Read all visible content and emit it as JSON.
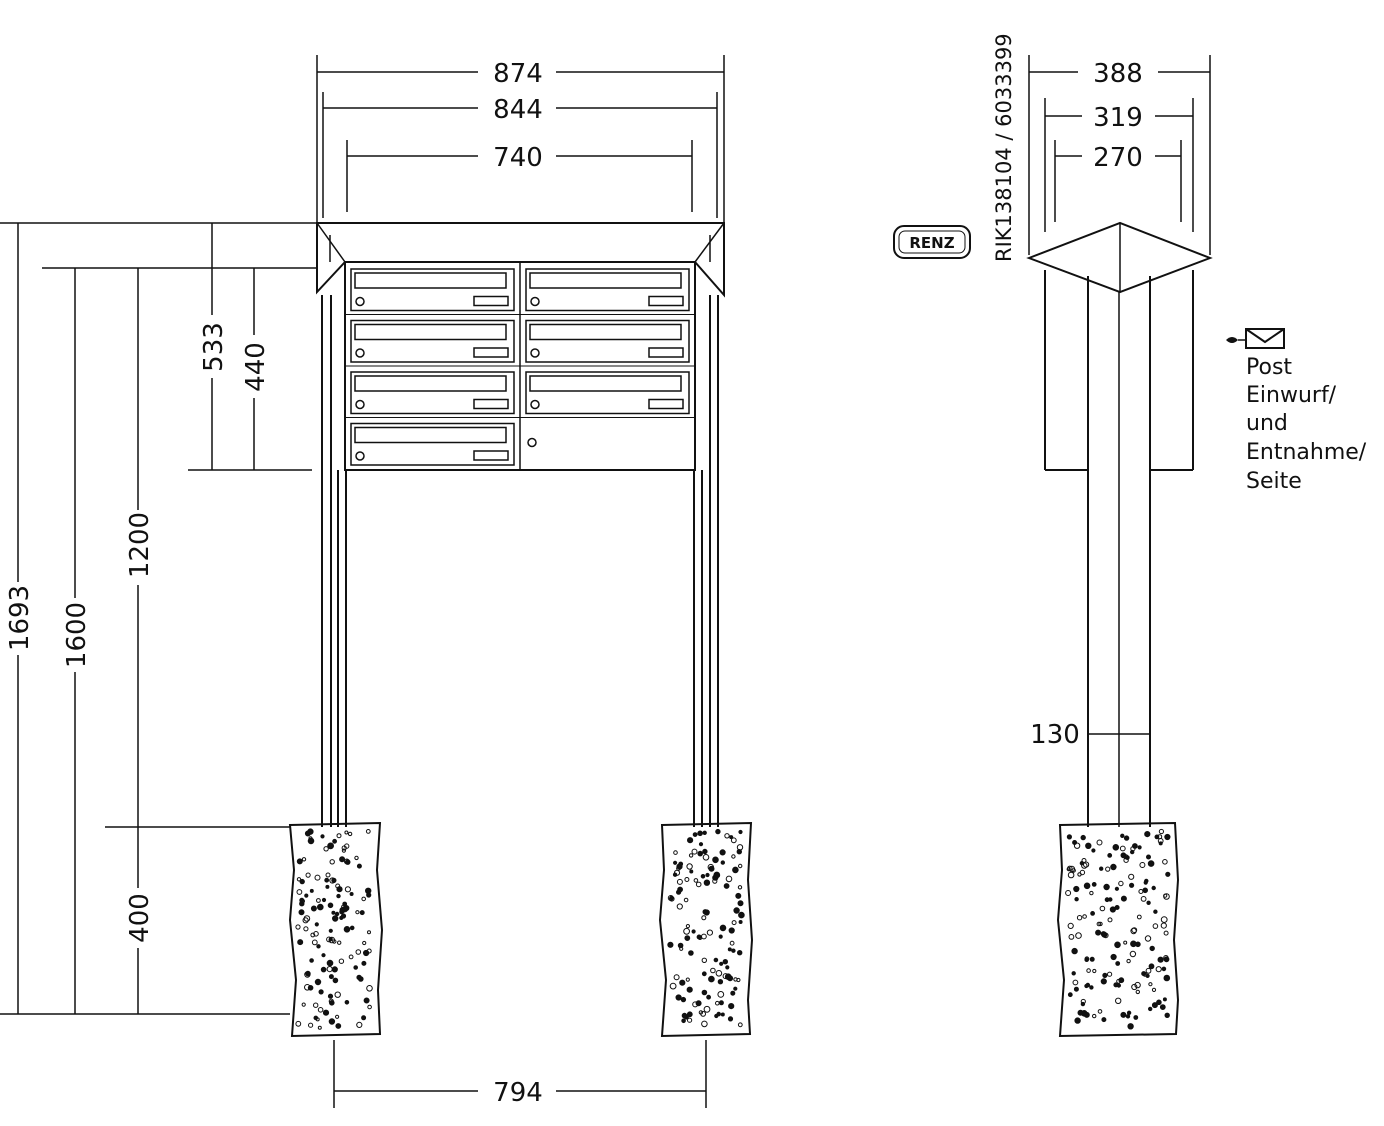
{
  "front_view": {
    "width_outer": "874",
    "width_roof": "844",
    "width_inner": "740",
    "height_total": "1693",
    "height_top": "1600",
    "height_bottom_of_box": "1200",
    "height_roof_block": "533",
    "height_box": "440",
    "height_foundation": "400",
    "post_spacing": "794"
  },
  "side_view": {
    "depth_outer": "388",
    "depth_roof": "319",
    "depth_inner": "270",
    "post_width": "130",
    "article_code": "RIK138104 / 6033399",
    "brand_logo": "RENZ",
    "mail_icon": "envelope-icon",
    "note_lines": [
      "Post",
      "Einwurf/",
      "und",
      "Entnahme/",
      "Seite"
    ]
  },
  "mailboxes": {
    "count": 7,
    "grid_columns": 2,
    "grid_rows": 4
  }
}
